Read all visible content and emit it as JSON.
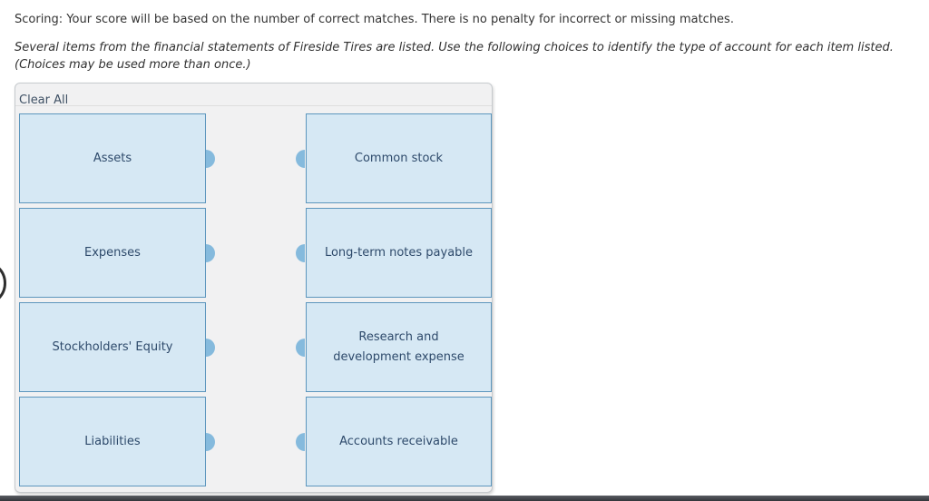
{
  "instructions": {
    "scoring": "Scoring: Your score will be based on the number of correct matches. There is no penalty for incorrect or missing matches.",
    "prompt": "Several items from the financial statements of Fireside Tires are listed. Use the following choices to identify the type of account for each item listed. (Choices may be used more than once.)"
  },
  "matching": {
    "clear_all_label": "Clear All",
    "pairs": [
      {
        "left": "Assets",
        "right": "Common stock"
      },
      {
        "left": "Expenses",
        "right": "Long-term notes payable"
      },
      {
        "left": "Stockholders' Equity",
        "right": "Research and development expense"
      },
      {
        "left": "Liabilities",
        "right": "Accounts receivable"
      }
    ]
  },
  "colors": {
    "card_fill": "#d6e8f4",
    "card_border": "#5d96bd",
    "card_text": "#2e4a6b",
    "connector": "#85badd",
    "panel_background": "#f1f1f2",
    "panel_border": "#c6cacd",
    "bottom_bar": "#33363b"
  }
}
